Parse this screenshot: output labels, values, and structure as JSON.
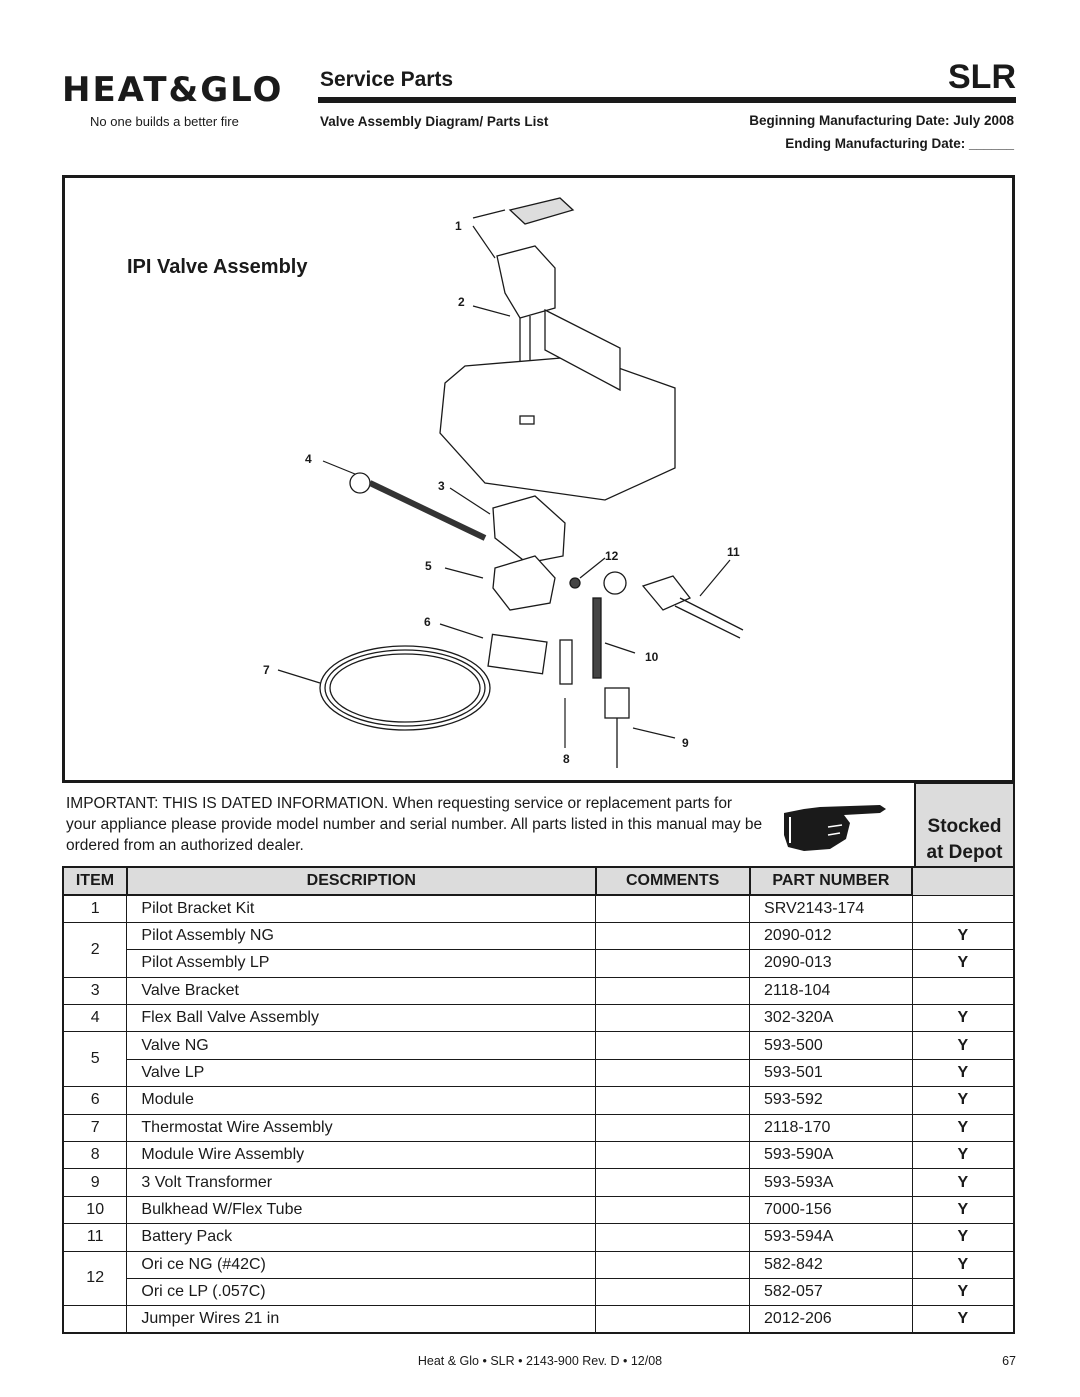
{
  "brand": {
    "logo_text": "HEAT&GLO",
    "tagline": "No one builds a better fire"
  },
  "header": {
    "section_title": "Service Parts",
    "model_code": "SLR",
    "subtitle": "Valve Assembly Diagram/ Parts List",
    "beginning_date": "Beginning Manufacturing Date:  July 2008",
    "ending_date": "Ending Manufacturing Date: ______"
  },
  "diagram": {
    "title": "IPI Valve Assembly",
    "callouts": [
      "1",
      "2",
      "3",
      "4",
      "5",
      "6",
      "7",
      "8",
      "9",
      "10",
      "11",
      "12"
    ]
  },
  "notice": {
    "text": "IMPORTANT: THIS IS DATED INFORMATION. When requesting service or replacement parts for your appliance please provide model number and serial number. All parts listed in this manual may be ordered from an authorized dealer.",
    "stocked_line1": "Stocked",
    "stocked_line2": "at Depot",
    "icon": "pointing-hand-icon"
  },
  "table": {
    "headers": {
      "item": "ITEM",
      "description": "DESCRIPTION",
      "comments": "COMMENTS",
      "part_number": "PART NUMBER"
    },
    "rows": [
      {
        "item": "1",
        "description": "Pilot Bracket Kit",
        "comments": "",
        "part_number": "SRV2143-174",
        "stocked": ""
      },
      {
        "item": "2",
        "description": "Pilot Assembly NG",
        "comments": "",
        "part_number": "2090-012",
        "stocked": "Y"
      },
      {
        "item": "",
        "description": "Pilot Assembly LP",
        "comments": "",
        "part_number": "2090-013",
        "stocked": "Y"
      },
      {
        "item": "3",
        "description": "Valve Bracket",
        "comments": "",
        "part_number": "2118-104",
        "stocked": ""
      },
      {
        "item": "4",
        "description": "Flex Ball Valve Assembly",
        "comments": "",
        "part_number": "302-320A",
        "stocked": "Y"
      },
      {
        "item": "5",
        "description": "Valve NG",
        "comments": "",
        "part_number": "593-500",
        "stocked": "Y"
      },
      {
        "item": "",
        "description": "Valve LP",
        "comments": "",
        "part_number": "593-501",
        "stocked": "Y"
      },
      {
        "item": "6",
        "description": "Module",
        "comments": "",
        "part_number": "593-592",
        "stocked": "Y"
      },
      {
        "item": "7",
        "description": "Thermostat Wire Assembly",
        "comments": "",
        "part_number": "2118-170",
        "stocked": "Y"
      },
      {
        "item": "8",
        "description": "Module Wire Assembly",
        "comments": "",
        "part_number": "593-590A",
        "stocked": "Y"
      },
      {
        "item": "9",
        "description": "3 Volt Transformer",
        "comments": "",
        "part_number": "593-593A",
        "stocked": "Y"
      },
      {
        "item": "10",
        "description": "Bulkhead W/Flex Tube",
        "comments": "",
        "part_number": "7000-156",
        "stocked": "Y"
      },
      {
        "item": "11",
        "description": "Battery Pack",
        "comments": "",
        "part_number": "593-594A",
        "stocked": "Y"
      },
      {
        "item": "12",
        "description": "Ori  ce NG (#42C)",
        "comments": "",
        "part_number": "582-842",
        "stocked": "Y"
      },
      {
        "item": "",
        "description": "Ori  ce LP (.057C)",
        "comments": "",
        "part_number": "582-057",
        "stocked": "Y"
      },
      {
        "item": "",
        "description": "Jumper Wires 21 in",
        "comments": "",
        "part_number": "2012-206",
        "stocked": "Y"
      }
    ]
  },
  "footer": {
    "text": "Heat & Glo  •  SLR  •  2143-900 Rev. D  •  12/08",
    "page": "67"
  }
}
